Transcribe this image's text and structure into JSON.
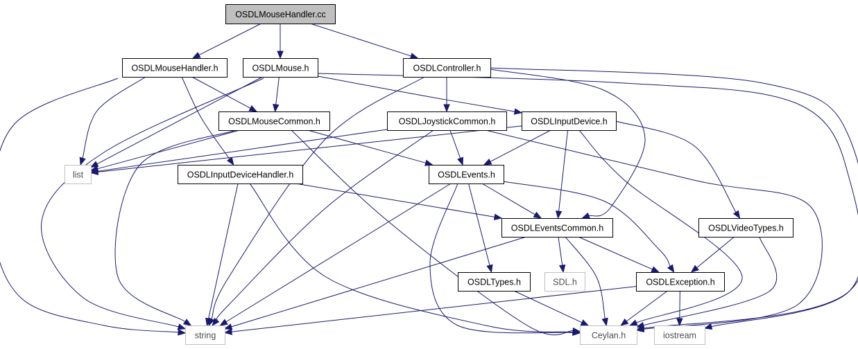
{
  "colors": {
    "edge": "#191970",
    "root_fill": "#bfbfbf",
    "documented_border": "#000000",
    "external_border": "#bfbfbf",
    "documented_text": "#000000",
    "external_text": "#4d4d4d"
  },
  "nodes": [
    {
      "id": "root",
      "label": "OSDLMouseHandler.cc",
      "kind": "root"
    },
    {
      "id": "mh",
      "label": "OSDLMouseHandler.h",
      "kind": "documented"
    },
    {
      "id": "mouse",
      "label": "OSDLMouse.h",
      "kind": "documented"
    },
    {
      "id": "ctrl",
      "label": "OSDLController.h",
      "kind": "documented"
    },
    {
      "id": "mc",
      "label": "OSDLMouseCommon.h",
      "kind": "documented"
    },
    {
      "id": "jc",
      "label": "OSDLJoystickCommon.h",
      "kind": "documented"
    },
    {
      "id": "idev",
      "label": "OSDLInputDevice.h",
      "kind": "documented"
    },
    {
      "id": "list",
      "label": "list",
      "kind": "external"
    },
    {
      "id": "idh",
      "label": "OSDLInputDeviceHandler.h",
      "kind": "documented"
    },
    {
      "id": "ev",
      "label": "OSDLEvents.h",
      "kind": "documented"
    },
    {
      "id": "ec",
      "label": "OSDLEventsCommon.h",
      "kind": "documented"
    },
    {
      "id": "vt",
      "label": "OSDLVideoTypes.h",
      "kind": "documented"
    },
    {
      "id": "types",
      "label": "OSDLTypes.h",
      "kind": "documented"
    },
    {
      "id": "sdl",
      "label": "SDL.h",
      "kind": "external"
    },
    {
      "id": "exc",
      "label": "OSDLException.h",
      "kind": "documented"
    },
    {
      "id": "string",
      "label": "string",
      "kind": "external"
    },
    {
      "id": "ceylan",
      "label": "Ceylan.h",
      "kind": "external"
    },
    {
      "id": "iostream",
      "label": "iostream",
      "kind": "external"
    }
  ],
  "edges": [
    [
      "root",
      "mh"
    ],
    [
      "root",
      "mouse"
    ],
    [
      "root",
      "ctrl"
    ],
    [
      "mh",
      "list"
    ],
    [
      "mh",
      "string"
    ],
    [
      "mh",
      "mc"
    ],
    [
      "mh",
      "idh"
    ],
    [
      "mouse",
      "list"
    ],
    [
      "mouse",
      "string"
    ],
    [
      "mouse",
      "mc"
    ],
    [
      "mouse",
      "idev"
    ],
    [
      "mouse",
      "iostream"
    ],
    [
      "ctrl",
      "string"
    ],
    [
      "ctrl",
      "jc"
    ],
    [
      "ctrl",
      "ec"
    ],
    [
      "ctrl",
      "ceylan"
    ],
    [
      "mc",
      "list"
    ],
    [
      "mc",
      "string"
    ],
    [
      "mc",
      "ev"
    ],
    [
      "mc",
      "ceylan"
    ],
    [
      "jc",
      "list"
    ],
    [
      "jc",
      "string"
    ],
    [
      "jc",
      "ev"
    ],
    [
      "jc",
      "ceylan"
    ],
    [
      "idev",
      "list"
    ],
    [
      "idev",
      "vt"
    ],
    [
      "idev",
      "ev"
    ],
    [
      "idev",
      "ec"
    ],
    [
      "idev",
      "ceylan"
    ],
    [
      "idh",
      "string"
    ],
    [
      "idh",
      "ceylan"
    ],
    [
      "idh",
      "ec"
    ],
    [
      "ev",
      "string"
    ],
    [
      "ev",
      "ec"
    ],
    [
      "ev",
      "types"
    ],
    [
      "ev",
      "ceylan"
    ],
    [
      "ev",
      "exc"
    ],
    [
      "ec",
      "string"
    ],
    [
      "ec",
      "sdl"
    ],
    [
      "ec",
      "ceylan"
    ],
    [
      "ec",
      "exc"
    ],
    [
      "vt",
      "exc"
    ],
    [
      "vt",
      "ceylan"
    ],
    [
      "types",
      "ceylan"
    ],
    [
      "exc",
      "string"
    ],
    [
      "exc",
      "ceylan"
    ],
    [
      "exc",
      "iostream"
    ]
  ]
}
